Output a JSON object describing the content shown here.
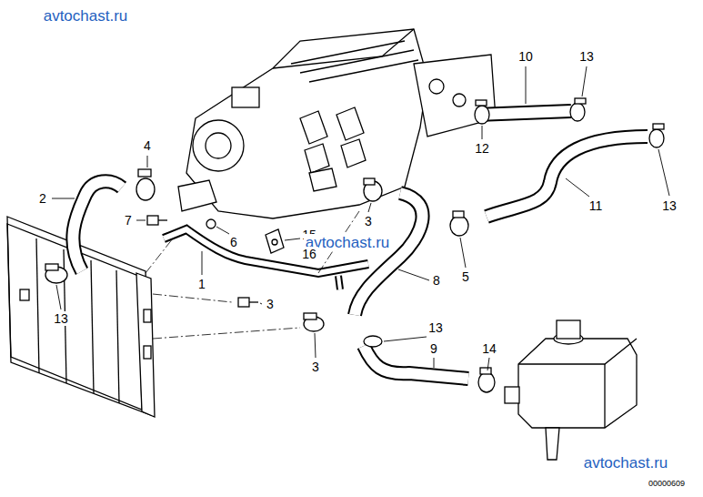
{
  "diagram": {
    "labels": [
      "avtochast.ru",
      "10",
      "13",
      "4",
      "2",
      "7",
      "12",
      "3",
      "6",
      "15",
      "avtochast.ru",
      "16",
      "11",
      "13",
      "13",
      "5",
      "1",
      "8",
      "3",
      "13",
      "3",
      "9",
      "14",
      "avtochast.ru",
      "00000609"
    ]
  }
}
